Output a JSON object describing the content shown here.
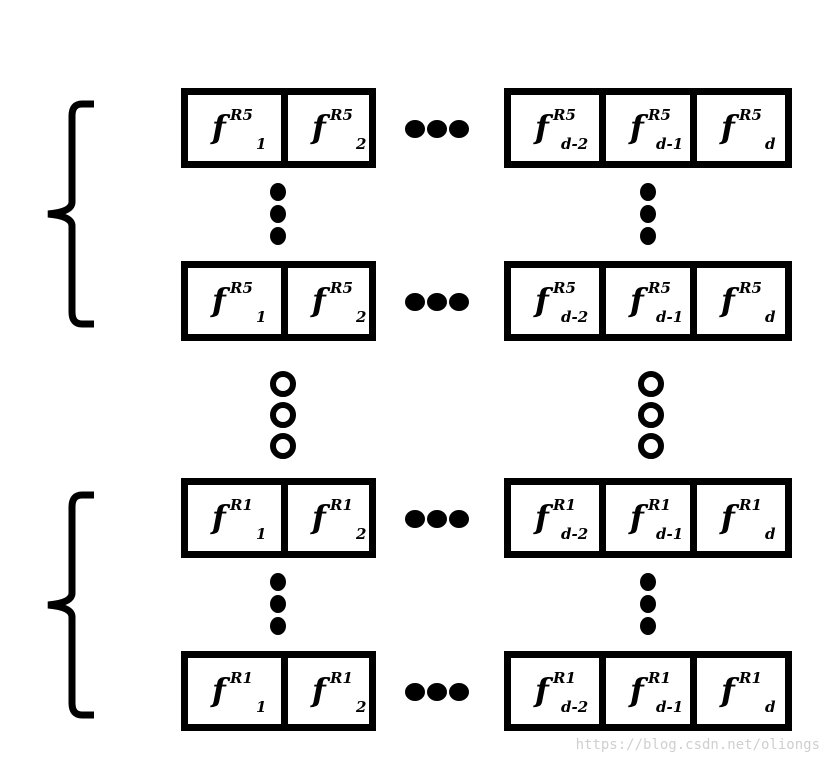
{
  "rows": [
    {
      "sup": "R5",
      "left": [
        "1",
        "2"
      ],
      "right": [
        "d-2",
        "d-1",
        "d"
      ]
    },
    {
      "sup": "R5",
      "left": [
        "1",
        "2"
      ],
      "right": [
        "d-2",
        "d-1",
        "d"
      ]
    },
    {
      "sup": "R1",
      "left": [
        "1",
        "2"
      ],
      "right": [
        "d-2",
        "d-1",
        "d"
      ]
    },
    {
      "sup": "R1",
      "left": [
        "1",
        "2"
      ],
      "right": [
        "d-2",
        "d-1",
        "d"
      ]
    }
  ],
  "base_symbol": "f",
  "watermark": "https://blog.csdn.net/oliongs"
}
